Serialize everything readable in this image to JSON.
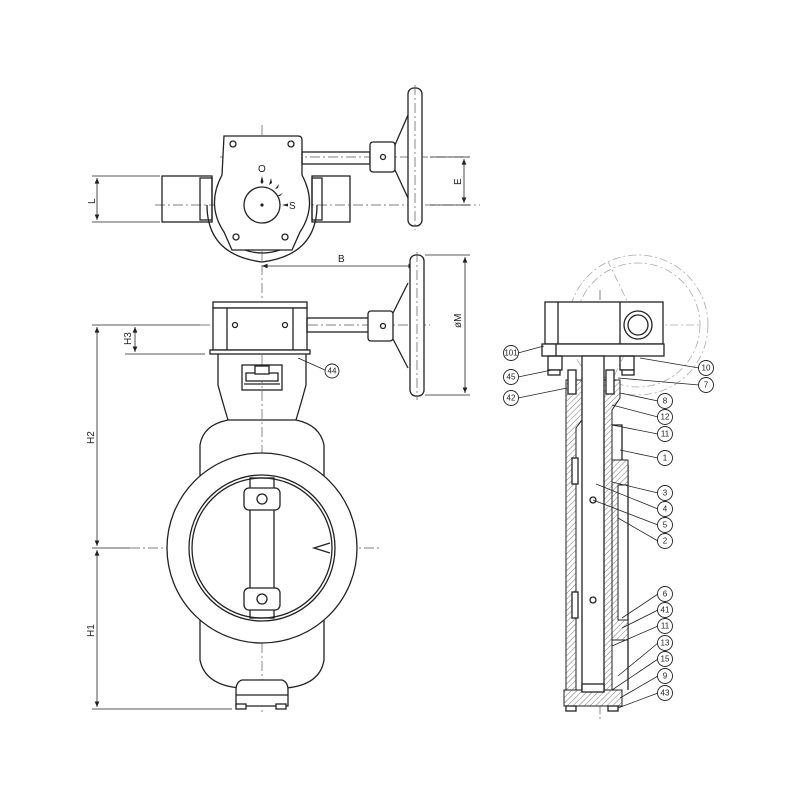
{
  "drawing": {
    "title": "Butterfly valve with gear operator - technical drawing",
    "views": [
      "top-view",
      "front-view",
      "side-section-view"
    ],
    "colors": {
      "line": "#222222",
      "background": "#ffffff",
      "centerline": "#555555",
      "ghost": "#aaaaaa"
    }
  },
  "top_view": {
    "indicator_open": "O",
    "indicator_shut": "S",
    "dimensions": {
      "L": "L",
      "E": "E"
    }
  },
  "front_view": {
    "dimensions": {
      "B": "B",
      "M": "øM",
      "H1": "H1",
      "H2": "H2",
      "H3": "H3"
    },
    "callouts": [
      "44"
    ]
  },
  "side_view": {
    "callouts_left": [
      "101",
      "45",
      "42"
    ],
    "callouts_right": [
      "10",
      "7",
      "8",
      "12",
      "11",
      "1",
      "3",
      "4",
      "5",
      "2",
      "6",
      "41",
      "11",
      "13",
      "15",
      "9",
      "43"
    ]
  }
}
